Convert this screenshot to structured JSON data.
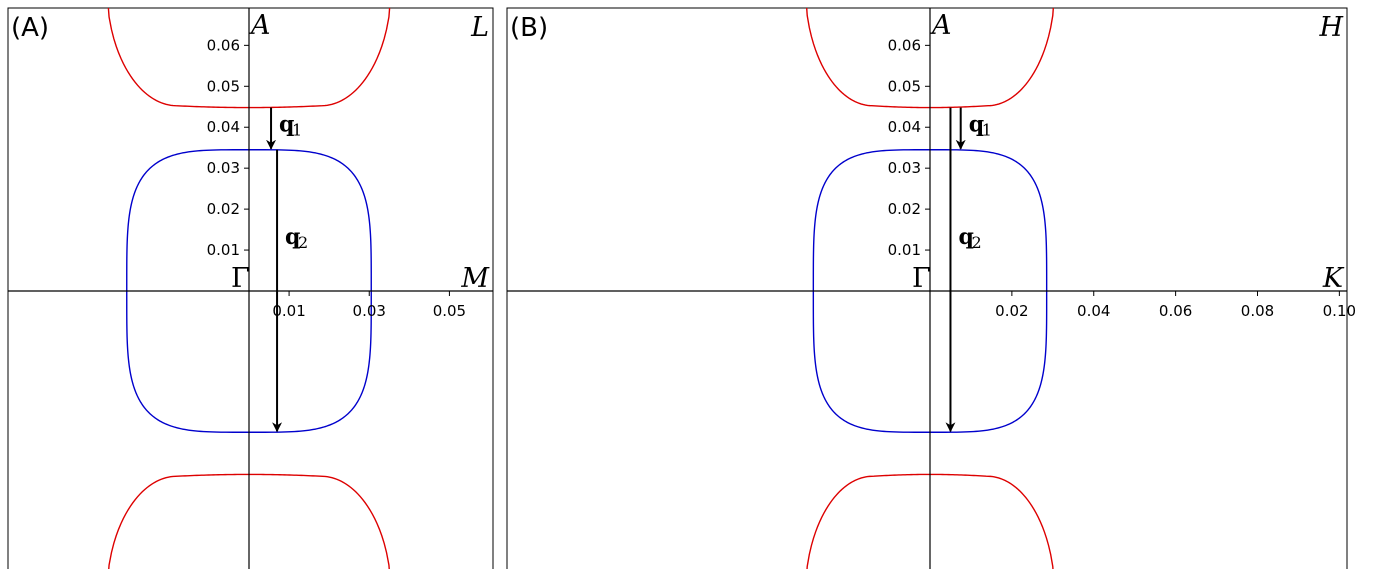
{
  "chart_data": [
    {
      "type": "line",
      "panel_label": "(A)",
      "xlim": [
        -0.0605,
        0.0605
      ],
      "ylim": [
        -0.069,
        0.069
      ],
      "x_ticks": [
        0.01,
        0.03,
        0.05
      ],
      "x_tick_labels": [
        "0.01",
        "0.03",
        "0.05"
      ],
      "y_ticks": [
        0.01,
        0.02,
        0.03,
        0.04,
        0.05,
        0.06
      ],
      "y_tick_labels": [
        "0.01",
        "0.02",
        "0.03",
        "0.04",
        "0.05",
        "0.06"
      ],
      "point_labels": {
        "origin": "Γ",
        "y_end": "A",
        "corner": "L",
        "x_end": "M"
      },
      "contours": [
        {
          "color": "#0000cc",
          "shape": "rounded-square",
          "xc": 0.0,
          "yc": 0.0,
          "rx": 0.0305,
          "ry": 0.0345,
          "exponent": 4
        },
        {
          "color": "#dd0000",
          "shape": "pocket-down",
          "xc": 0.0,
          "y_base": 0.0448,
          "rx": 0.0355,
          "bottom_flat": 0.018,
          "bottom_rise": 0.0015
        },
        {
          "color": "#dd0000",
          "shape": "pocket-up",
          "xc": 0.0,
          "y_base": -0.0448,
          "rx": 0.0355,
          "bottom_flat": 0.018,
          "bottom_rise": 0.0015
        }
      ],
      "arrows": [
        {
          "label": "q",
          "subscript": "1",
          "x": 0.0055,
          "y_start": 0.0448,
          "y_end": 0.0345
        },
        {
          "label": "q",
          "subscript": "2",
          "x": 0.007,
          "y_start": 0.0345,
          "y_end": -0.0345
        }
      ]
    },
    {
      "type": "line",
      "panel_label": "(B)",
      "xlim": [
        -0.1026,
        0.1026
      ],
      "ylim": [
        -0.069,
        0.069
      ],
      "x_ticks": [
        0.02,
        0.04,
        0.06,
        0.08,
        0.1
      ],
      "x_tick_labels": [
        "0.02",
        "0.04",
        "0.06",
        "0.08",
        "0.10"
      ],
      "y_ticks": [
        0.01,
        0.02,
        0.03,
        0.04,
        0.05,
        0.06
      ],
      "y_tick_labels": [
        "0.01",
        "0.02",
        "0.03",
        "0.04",
        "0.05",
        "0.06"
      ],
      "point_labels": {
        "origin": "Γ",
        "y_end": "A",
        "corner": "H",
        "x_end": "K"
      },
      "contours": [
        {
          "color": "#0000cc",
          "shape": "rounded-square",
          "xc": 0.0,
          "yc": 0.0,
          "rx": 0.0285,
          "ry": 0.0345,
          "exponent": 4
        },
        {
          "color": "#dd0000",
          "shape": "pocket-down",
          "xc": 0.0,
          "y_base": 0.0448,
          "rx": 0.0305,
          "bottom_flat": 0.014,
          "bottom_rise": 0.0015
        },
        {
          "color": "#dd0000",
          "shape": "pocket-up",
          "xc": 0.0,
          "y_base": -0.0448,
          "rx": 0.0305,
          "bottom_flat": 0.014,
          "bottom_rise": 0.0015
        }
      ],
      "arrows": [
        {
          "label": "q",
          "subscript": "1",
          "x": 0.0075,
          "y_start": 0.0448,
          "y_end": 0.0345
        },
        {
          "label": "q",
          "subscript": "2",
          "x": 0.005,
          "y_start": 0.0448,
          "y_end": -0.0345
        }
      ]
    }
  ]
}
